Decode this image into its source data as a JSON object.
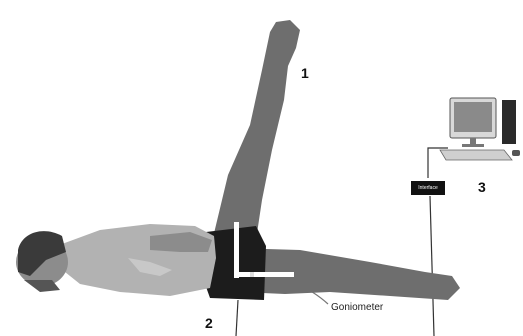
{
  "labels": {
    "leg_marker": "1",
    "hip_marker": "2",
    "computer_marker": "3",
    "goniometer": "Goniometer",
    "interface": "Interface"
  },
  "colors": {
    "leg": "#6e6e6e",
    "shorts": "#1c1c1c",
    "shirt": "#b2b2b2",
    "skin": "#8c8c8c",
    "hair": "#3a3a3a",
    "goniometer": "#ffffff",
    "cable": "#333333",
    "interface_box": "#111111"
  },
  "icons": [
    "person-lying-icon",
    "raised-leg-icon",
    "goniometer-icon",
    "interface-box-icon",
    "computer-icon"
  ]
}
